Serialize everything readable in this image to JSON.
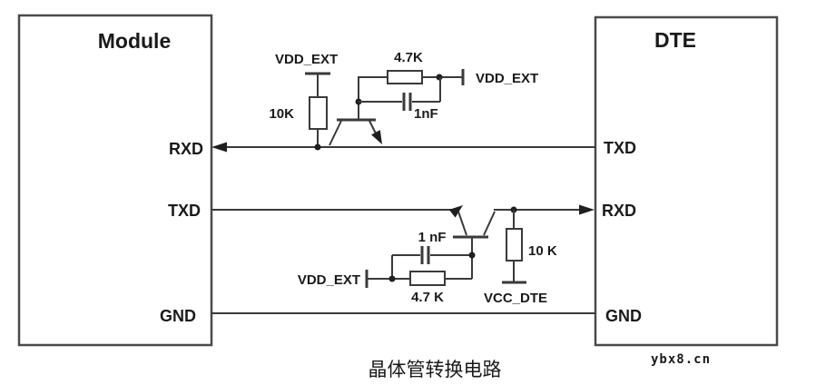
{
  "diagram": {
    "caption": "晶体管转换电路",
    "watermark": "ybx8.cn",
    "module": {
      "title": "Module",
      "pins": {
        "rxd": "RXD",
        "txd": "TXD",
        "gnd": "GND"
      }
    },
    "dte": {
      "title": "DTE",
      "pins": {
        "txd": "TXD",
        "rxd": "RXD",
        "gnd": "GND"
      }
    },
    "top_circuit": {
      "vdd_ext_left": "VDD_EXT",
      "pullup_resistor": "10K",
      "series_resistor": "4.7K",
      "capacitor": "1nF",
      "vdd_ext_right": "VDD_EXT"
    },
    "bottom_circuit": {
      "capacitor": "1 nF",
      "vdd_ext": "VDD_EXT",
      "series_resistor": "4.7 K",
      "pullup_resistor": "10 K",
      "vcc_dte": "VCC_DTE"
    },
    "colors": {
      "wire": "#3a3a3a",
      "box_border": "#4a4a4a",
      "text": "#1a1a1a",
      "background": "#ffffff"
    }
  }
}
